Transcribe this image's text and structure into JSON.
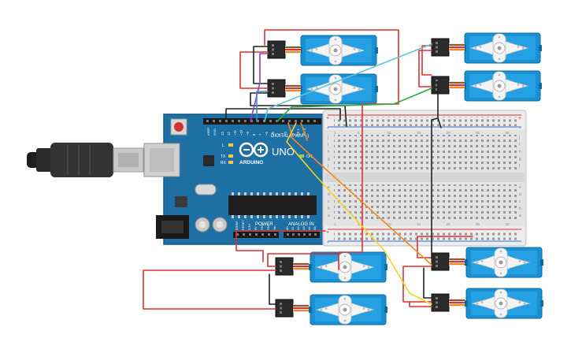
{
  "board": {
    "model_label": "UNO",
    "brand_label": "ARDUINO",
    "digital_header_label": "DIGITAL (PWM ~)",
    "power_header_label": "POWER",
    "analog_header_label": "ANALOG IN",
    "led_l_label": "L",
    "led_tx_label": "TX",
    "led_rx_label": "RX",
    "led_on_label": "ON",
    "aref_label": "AREF",
    "gnd_label": "GND",
    "digital_pins": [
      "13",
      "12",
      "~11",
      "~10",
      "~9",
      "8",
      "7",
      "~6",
      "~5",
      "4",
      "~3",
      "2",
      "TX 1",
      "RX 0"
    ],
    "power_pins": [
      "IOREF",
      "RESET",
      "3.3V",
      "5V",
      "GND",
      "GND",
      "Vin"
    ],
    "analog_pins": [
      "A0",
      "A1",
      "A2",
      "A3",
      "A4",
      "A5"
    ]
  },
  "breadboard": {
    "row_letters_top": [
      "j",
      "i",
      "h",
      "g",
      "f"
    ],
    "row_letters_bottom": [
      "e",
      "d",
      "c",
      "b",
      "a"
    ],
    "column_numbers": [
      "1",
      "5",
      "10",
      "15",
      "20",
      "25",
      "30"
    ],
    "rail_plus": "+",
    "rail_minus": "-"
  },
  "colors": {
    "board_blue": "#1e6fa3",
    "wire_red": "#e03131",
    "wire_black": "#222222",
    "wire_purple": "#8b3fc9",
    "wire_blue": "#3f8fd6",
    "wire_cyan": "#5fc6d8",
    "wire_green": "#2fa83f",
    "wire_orange": "#f08a1e",
    "wire_yellow": "#f4d21f",
    "servo_blue": "#1a8fd1"
  }
}
